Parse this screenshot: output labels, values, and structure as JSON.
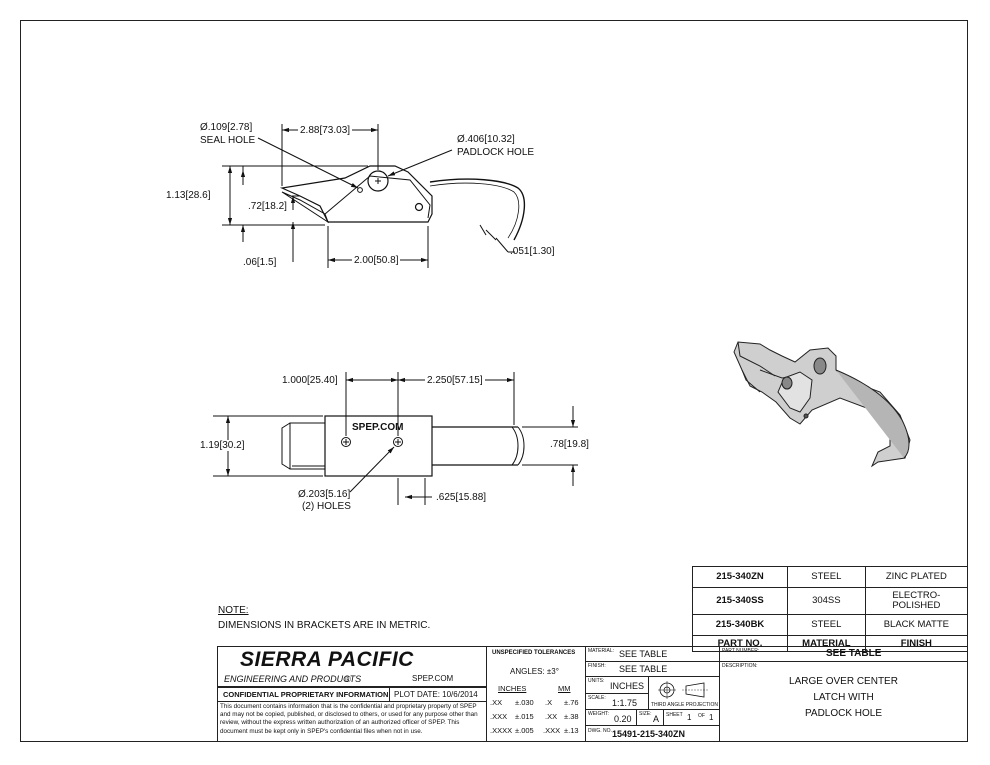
{
  "views": {
    "side": {
      "seal_hole": "Ø.109[2.78]",
      "seal_hole_label": "SEAL HOLE",
      "padlock_hole": "Ø.406[10.32]",
      "padlock_hole_label": "PADLOCK HOLE",
      "dim_288": "2.88[73.03]",
      "dim_113": "1.13[28.6]",
      "dim_072": ".72[18.2]",
      "dim_006": ".06[1.5]",
      "dim_200": "2.00[50.8]",
      "dim_051": ".051[1.30]"
    },
    "top": {
      "dim_1000": "1.000[25.40]",
      "dim_2250": "2.250[57.15]",
      "dim_119": "1.19[30.2]",
      "dim_078": ".78[19.8]",
      "dim_0625": ".625[15.88]",
      "holes": "Ø.203[5.16]",
      "holes_count": "(2) HOLES",
      "stamp": "SPEP.COM"
    }
  },
  "note": {
    "title": "NOTE:",
    "text": "DIMENSIONS IN BRACKETS ARE IN METRIC."
  },
  "material_table": {
    "rows": [
      {
        "part": "215-340ZN",
        "material": "STEEL",
        "finish": "ZINC PLATED"
      },
      {
        "part": "215-340SS",
        "material": "304SS",
        "finish": "ELECTRO-\nPOLISHED"
      },
      {
        "part": "215-340BK",
        "material": "STEEL",
        "finish": "BLACK MATTE"
      }
    ],
    "header": {
      "part": "PART NO.",
      "material": "MATERIAL",
      "finish": "FINISH"
    }
  },
  "title_block": {
    "company": "SIERRA PACIFIC",
    "company_sub": "ENGINEERING AND PRODUCTS",
    "registered": "®",
    "website": "SPEP.COM",
    "confidential": "CONFIDENTIAL PROPRIETARY INFORMATION",
    "plot_date": "PLOT DATE: 10/6/2014",
    "disclaimer": "This document contains information that is the confidential and proprietary property of SPEP and may not be copied, published, or disclosed to others, or used for any purpose other than review, without the express written authorization of an authorized officer of SPEP. This document must be kept only in SPEP's confidential files when not in use.",
    "tolerances_title": "UNSPECIFIED TOLERANCES",
    "angles": "ANGLES: ±3°",
    "inches_hdr": "INCHES",
    "mm_hdr": "MM",
    "tol": [
      {
        "in": ".XX",
        "in_v": "±.030",
        "mm": ".X",
        "mm_v": "±.76"
      },
      {
        "in": ".XXX",
        "in_v": "±.015",
        "mm": ".XX",
        "mm_v": "±.38"
      },
      {
        "in": ".XXXX",
        "in_v": "±.005",
        "mm": ".XXX",
        "mm_v": "±.13"
      }
    ],
    "material_lbl": "MATERIAL:",
    "material_val": "SEE TABLE",
    "finish_lbl": "FINISH:",
    "finish_val": "SEE TABLE",
    "units_lbl": "UNITS:",
    "units_val": "INCHES",
    "scale_lbl": "SCALE:",
    "scale_val": "1:1.75",
    "projection": "THIRD ANGLE PROJECTION",
    "weight_lbl": "WEIGHT:",
    "weight_val": "0.20",
    "size_lbl": "SIZE:",
    "size_val": "A",
    "sheet_lbl": "SHEET",
    "sheet_val": "1",
    "of_lbl": "OF",
    "of_val": "1",
    "dwg_lbl": "DWG. NO.",
    "dwg_val": "15491-215-340ZN",
    "partnum_lbl": "PART NUMBER:",
    "partnum_val": "SEE TABLE",
    "desc_lbl": "DESCRIPTION:",
    "desc_l1": "LARGE OVER CENTER",
    "desc_l2": "LATCH WITH",
    "desc_l3": "PADLOCK HOLE"
  }
}
